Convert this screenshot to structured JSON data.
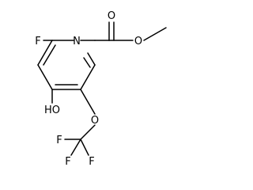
{
  "molecule": {
    "atoms": {
      "n_ring": "N",
      "f_ring": "F",
      "o_carbonyl": "O",
      "o_ester": "O",
      "o_hydroxyl": "HO",
      "o_ether": "O",
      "f_cf3_a": "F",
      "f_cf3_b": "F",
      "f_cf3_c": "F"
    }
  }
}
